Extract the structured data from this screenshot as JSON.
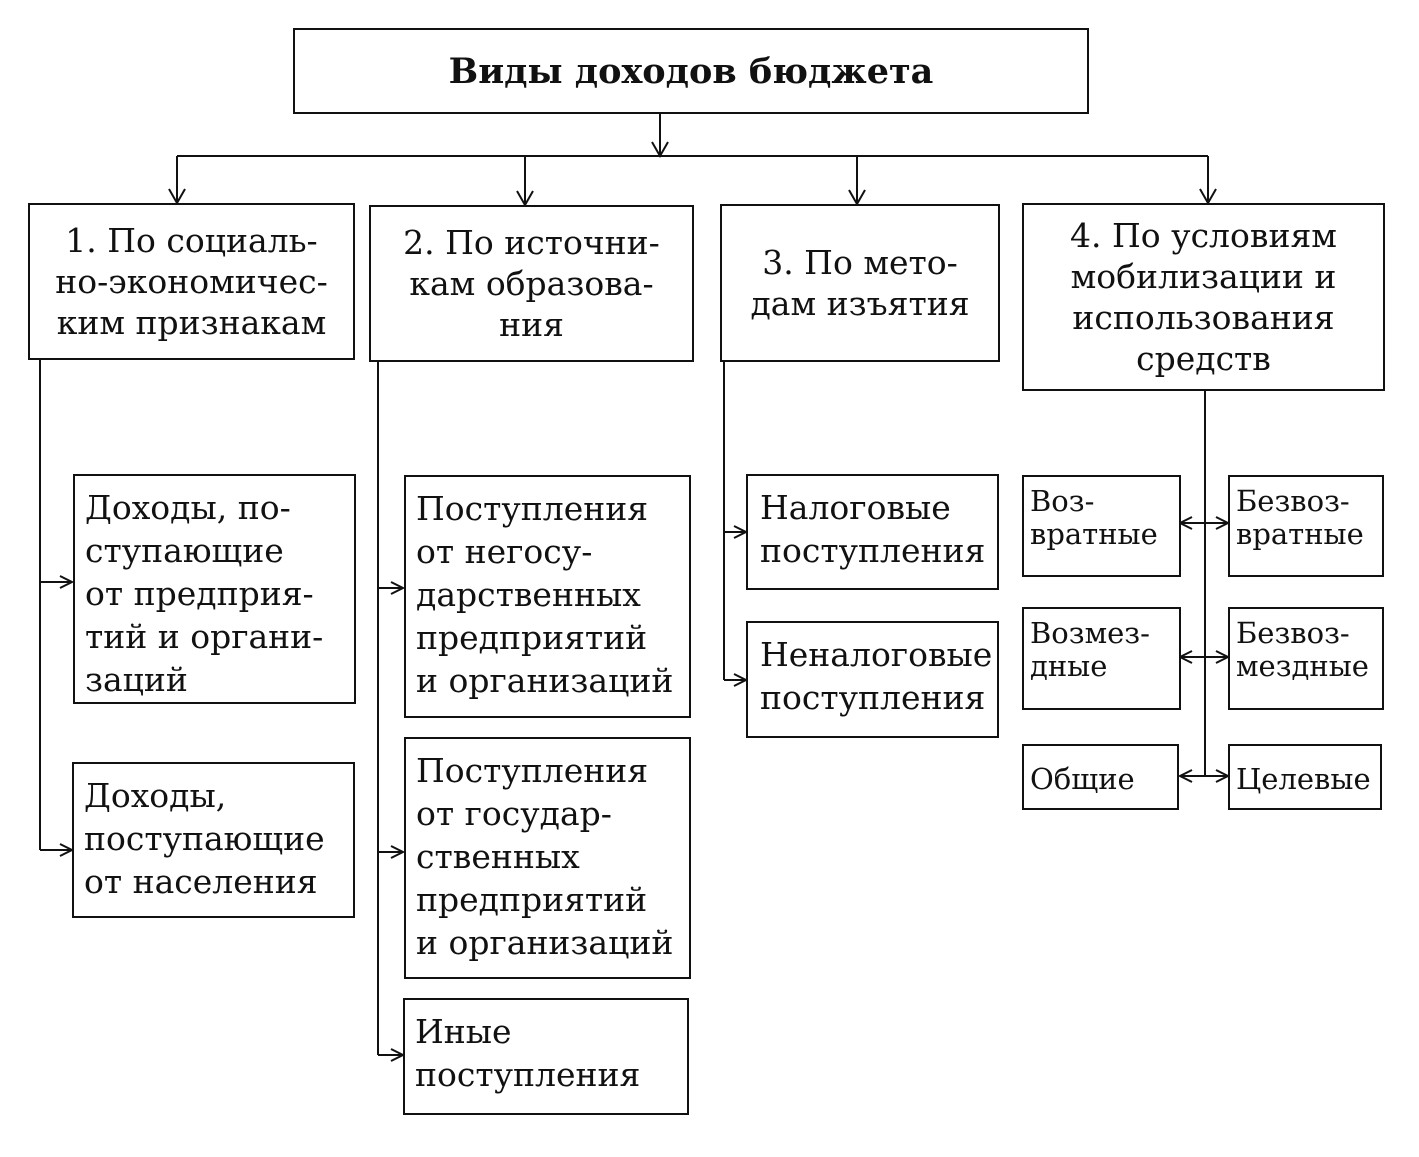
{
  "title": "Виды доходов бюджета",
  "categories": [
    {
      "lines": [
        "1. По социаль-",
        "но-экономичес-",
        "ким признакам"
      ]
    },
    {
      "lines": [
        "2. По источни-",
        "кам образова-",
        "ния"
      ]
    },
    {
      "lines": [
        "3. По мето-",
        "дам изъятия"
      ]
    },
    {
      "lines": [
        "4. По условиям",
        "мобилизации и",
        "использования",
        "средств"
      ]
    }
  ],
  "group1": [
    {
      "lines": [
        "Доходы, по-",
        "ступающие",
        "от предприя-",
        "тий и органи-",
        "заций"
      ]
    },
    {
      "lines": [
        "Доходы,",
        "поступающие",
        "от населения"
      ]
    }
  ],
  "group2": [
    {
      "lines": [
        "Поступления",
        "от негосу-",
        "дарственных",
        "предприятий",
        "и организаций"
      ]
    },
    {
      "lines": [
        "Поступления",
        "от государ-",
        "ственных",
        "предприятий",
        "и организаций"
      ]
    },
    {
      "lines": [
        "Иные",
        "поступления"
      ]
    }
  ],
  "group3": [
    {
      "lines": [
        "Налоговые",
        "поступления"
      ]
    },
    {
      "lines": [
        "Неналоговые",
        "поступления"
      ]
    }
  ],
  "group4": {
    "left": [
      {
        "lines": [
          "Воз-",
          "вратные"
        ]
      },
      {
        "lines": [
          "Возмез-",
          "дные"
        ]
      },
      {
        "lines": [
          "Общие"
        ]
      }
    ],
    "right": [
      {
        "lines": [
          "Безвоз-",
          "вратные"
        ]
      },
      {
        "lines": [
          "Безвоз-",
          "мездные"
        ]
      },
      {
        "lines": [
          "Целевые"
        ]
      }
    ]
  }
}
